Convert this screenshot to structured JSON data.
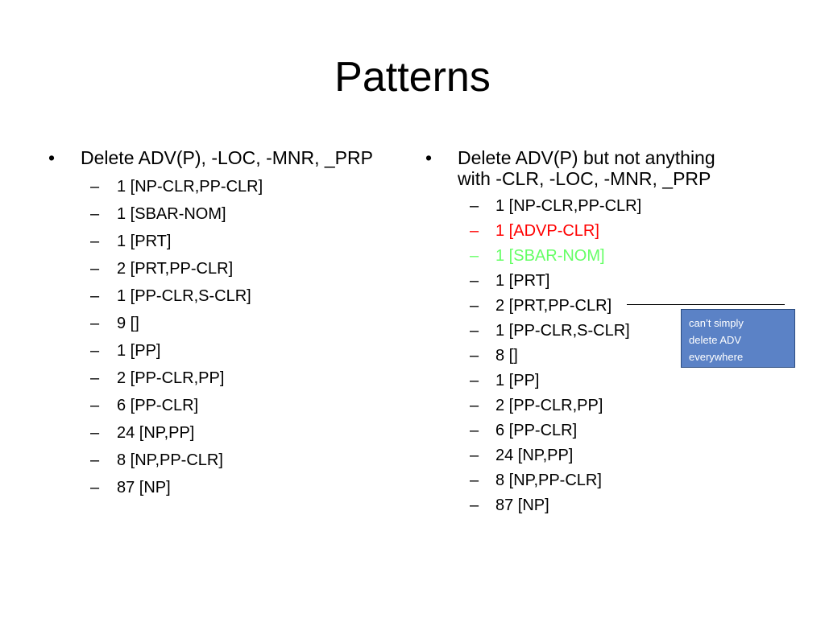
{
  "title": "Patterns",
  "left": {
    "bullet": "Delete ADV(P), -LOC, -MNR, _PRP",
    "items": [
      "1 [NP-CLR,PP-CLR]",
      "1 [SBAR-NOM]",
      "1 [PRT]",
      "2 [PRT,PP-CLR]",
      "1 [PP-CLR,S-CLR]",
      "9 []",
      "1 [PP]",
      "2 [PP-CLR,PP]",
      "6 [PP-CLR]",
      "24 [NP,PP]",
      "8 [NP,PP-CLR]",
      "87 [NP]"
    ]
  },
  "right": {
    "bullet_line1": "Delete ADV(P) but not anything",
    "bullet_line2": "with -CLR, -LOC, -MNR, _PRP",
    "items": [
      {
        "text": "1 [NP-CLR,PP-CLR]",
        "color": "#000000"
      },
      {
        "text": "1 [ADVP-CLR]",
        "color": "#ff0000"
      },
      {
        "text": "1 [SBAR-NOM]",
        "color": "#66ff66"
      },
      {
        "text": "1 [PRT]",
        "color": "#000000"
      },
      {
        "text": "2 [PRT,PP-CLR]",
        "color": "#000000"
      },
      {
        "text": "1 [PP-CLR,S-CLR]",
        "color": "#000000"
      },
      {
        "text": "8 []",
        "color": "#000000"
      },
      {
        "text": "1 [PP]",
        "color": "#000000"
      },
      {
        "text": "2 [PP-CLR,PP]",
        "color": "#000000"
      },
      {
        "text": "6 [PP-CLR]",
        "color": "#000000"
      },
      {
        "text": "24 [NP,PP]",
        "color": "#000000"
      },
      {
        "text": "8 [NP,PP-CLR]",
        "color": "#000000"
      },
      {
        "text": "87 [NP]",
        "color": "#000000"
      }
    ]
  },
  "callout": {
    "line1": "can’t simply",
    "line2": "delete ADV",
    "line3": "everywhere",
    "fill_color": "#5b82c6"
  },
  "glyphs": {
    "bullet": "•",
    "dash": "–"
  }
}
